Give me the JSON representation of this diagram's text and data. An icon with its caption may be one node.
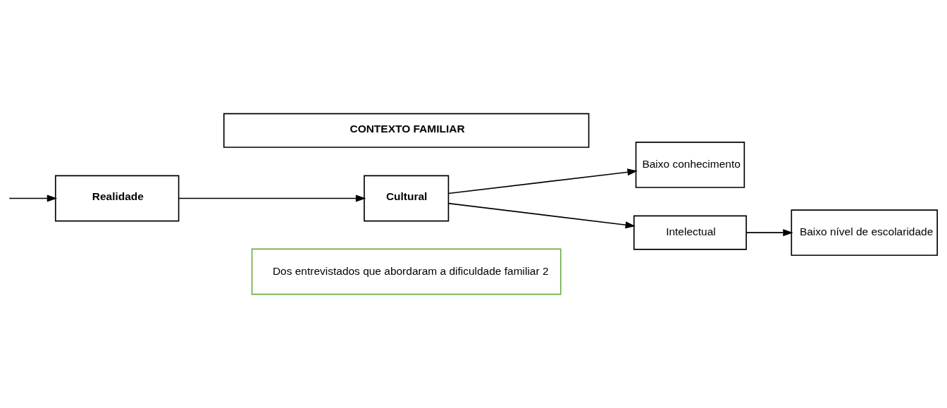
{
  "diagram": {
    "nodes": [
      {
        "text": [
          "CONTEXTO FAMILIAR"
        ]
      },
      {
        "text": [
          "Realidade"
        ]
      },
      {
        "text": [
          "Cultural"
        ]
      },
      {
        "text": [
          "Baixo conhecimento"
        ]
      },
      {
        "text": [
          "Intelectual"
        ]
      },
      {
        "text": [
          "Baixo nível de escolaridade"
        ]
      },
      {
        "text": [
          "Dos entrevistados que abordaram a dificuldade familiar 2"
        ]
      }
    ],
    "edges": [
      {
        "from": null,
        "to": 1,
        "arrow": "to"
      },
      {
        "from": 1,
        "to": 2,
        "arrow": "to"
      },
      {
        "from": 2,
        "to": 3,
        "arrow": "to"
      },
      {
        "from": 2,
        "to": 4,
        "arrow": "to"
      },
      {
        "from": 4,
        "to": 5,
        "arrow": "to"
      }
    ]
  }
}
